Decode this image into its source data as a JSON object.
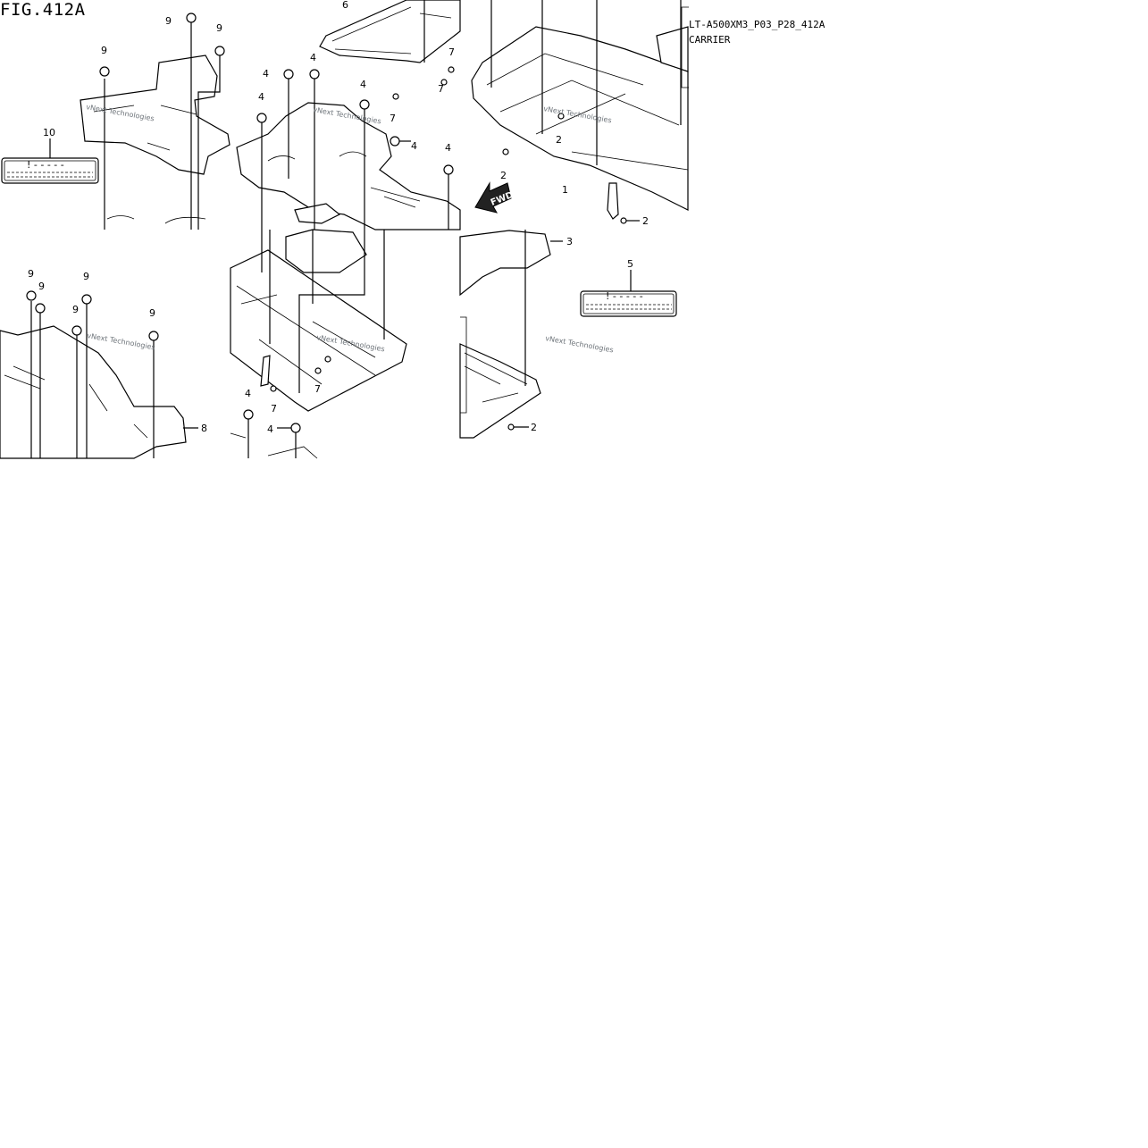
{
  "figure": {
    "title": "FIG.412A",
    "model_code": "LT-A500XM3_P03_P28_412A",
    "section": "CARRIER"
  },
  "watermark": "vNext Technologies",
  "fwd_label": "FWD",
  "warning_label_marks": "! - - - - -",
  "callouts": [
    {
      "id": "c1",
      "text": "1"
    },
    {
      "id": "c2a",
      "text": "2"
    },
    {
      "id": "c2b",
      "text": "2"
    },
    {
      "id": "c2c",
      "text": "2"
    },
    {
      "id": "c2d",
      "text": "2"
    },
    {
      "id": "c3",
      "text": "3"
    },
    {
      "id": "c4a",
      "text": "4"
    },
    {
      "id": "c4b",
      "text": "4"
    },
    {
      "id": "c4c",
      "text": "4"
    },
    {
      "id": "c4d",
      "text": "4"
    },
    {
      "id": "c4e",
      "text": "4"
    },
    {
      "id": "c4f",
      "text": "4"
    },
    {
      "id": "c4g",
      "text": "4"
    },
    {
      "id": "c4h",
      "text": "4"
    },
    {
      "id": "c5",
      "text": "5"
    },
    {
      "id": "c6",
      "text": "6"
    },
    {
      "id": "c7a",
      "text": "7"
    },
    {
      "id": "c7b",
      "text": "7"
    },
    {
      "id": "c7c",
      "text": "7"
    },
    {
      "id": "c7d",
      "text": "7"
    },
    {
      "id": "c7e",
      "text": "7"
    },
    {
      "id": "c8",
      "text": "8"
    },
    {
      "id": "c9a",
      "text": "9"
    },
    {
      "id": "c9b",
      "text": "9"
    },
    {
      "id": "c9c",
      "text": "9"
    },
    {
      "id": "c9d",
      "text": "9"
    },
    {
      "id": "c9e",
      "text": "9"
    },
    {
      "id": "c9f",
      "text": "9"
    },
    {
      "id": "c9g",
      "text": "9"
    },
    {
      "id": "c9h",
      "text": "9"
    },
    {
      "id": "c10",
      "text": "10"
    }
  ]
}
